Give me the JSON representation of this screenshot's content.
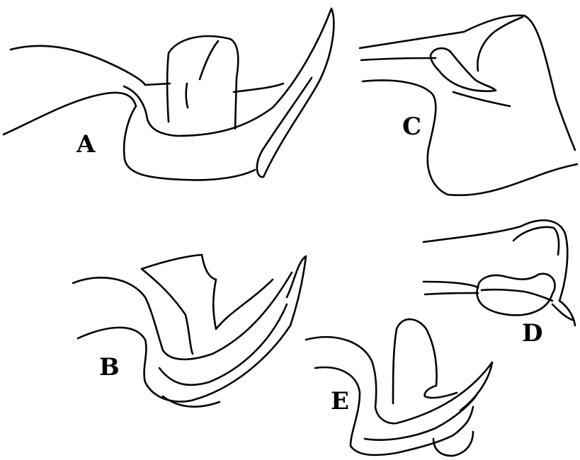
{
  "figure": {
    "background": "#ffffff",
    "ink": "#000000",
    "panels": [
      {
        "id": "A",
        "label": "A"
      },
      {
        "id": "B",
        "label": "B"
      },
      {
        "id": "C",
        "label": "C"
      },
      {
        "id": "D",
        "label": "D"
      },
      {
        "id": "E",
        "label": "E"
      }
    ]
  }
}
